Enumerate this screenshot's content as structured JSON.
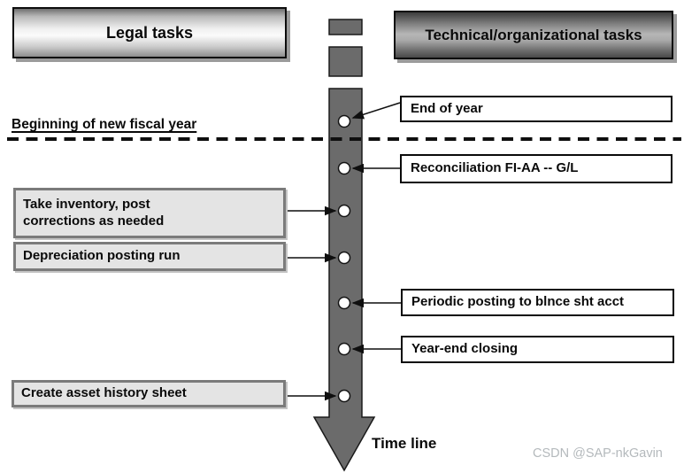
{
  "headers": {
    "legal": {
      "label": "Legal tasks"
    },
    "technical": {
      "label": "Technical/organizational tasks"
    }
  },
  "divider": {
    "label": "Beginning of new fiscal year"
  },
  "timeline": {
    "label": "Time line",
    "dot_count": 7,
    "events": [
      {
        "side": "right",
        "label": "End of year"
      },
      {
        "side": "right",
        "label": "Reconciliation FI-AA -- G/L"
      },
      {
        "side": "left",
        "label": [
          "Take inventory, post",
          "corrections as needed"
        ]
      },
      {
        "side": "left",
        "label": "Depreciation posting run"
      },
      {
        "side": "right",
        "label": "Periodic posting to blnce sht acct"
      },
      {
        "side": "right",
        "label": "Year-end closing"
      },
      {
        "side": "left",
        "label": "Create asset history sheet"
      }
    ]
  },
  "watermark": "CSDN @SAP-nkGavin",
  "colors": {
    "timeline_gray": "#6b6b6b",
    "outline_black": "#1a1a1a",
    "left_box_fill": "#e4e4e4",
    "left_box_border": "#7b7b7b",
    "right_box_fill": "#ffffff",
    "watermark_gray": "#b4b9bc"
  }
}
